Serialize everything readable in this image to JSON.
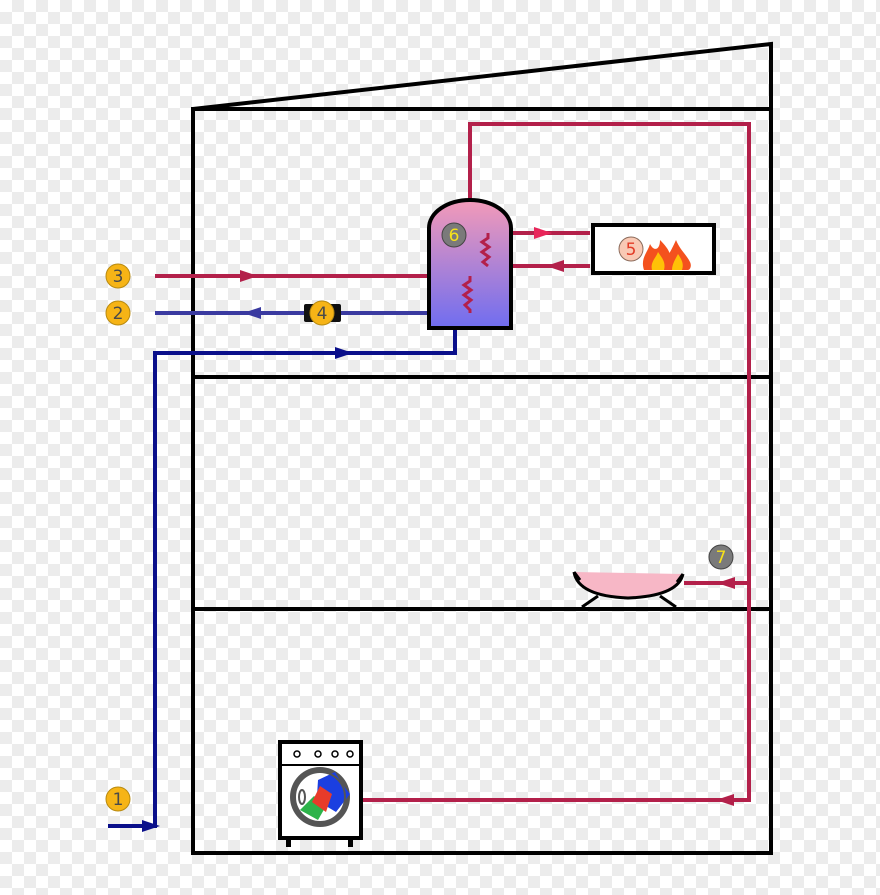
{
  "colors": {
    "hot_pipe": "#b3204a",
    "hot_arrow": "#e8265a",
    "cold_pipe": "#0a0f8a",
    "return_pipe": "#3a3aa0",
    "wall": "#000000",
    "badge_orange": "#f6b416",
    "badge_gray": "#7a7a7a",
    "badge_text_yellow": "#f7e21a",
    "badge_text_dark": "#4a4a4a",
    "badge_text_red": "#e33b26"
  },
  "markers": {
    "inlet": "1",
    "return_line": "2",
    "hot_feed": "3",
    "pump": "4",
    "boiler": "5",
    "storage_tank": "6",
    "basin": "7"
  },
  "icons": {
    "flame": "flame-icon",
    "washing_machine": "washing-machine-icon",
    "pump": "pump-icon",
    "coil": "heat-exchanger-coil-icon"
  }
}
